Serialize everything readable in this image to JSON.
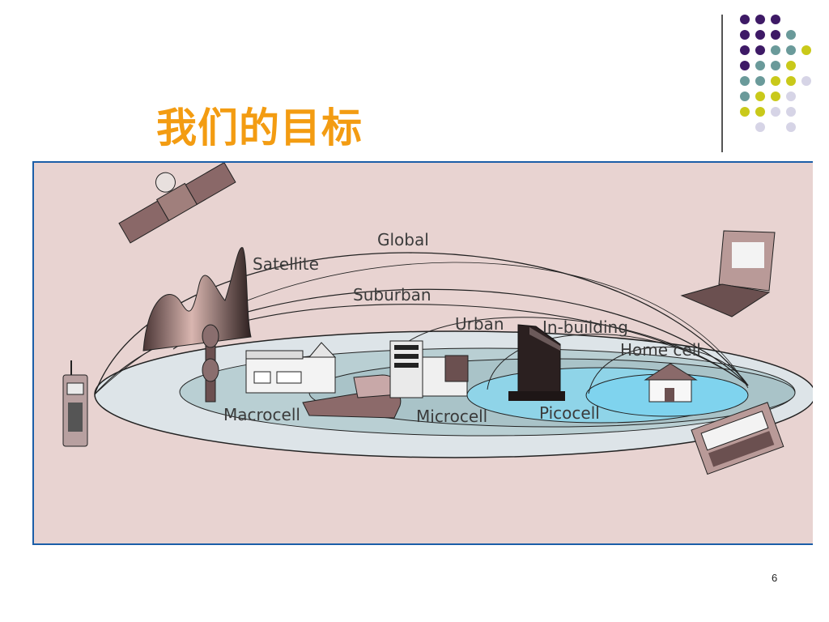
{
  "slide": {
    "title": "我们的目标",
    "page_number": "6"
  },
  "diagram": {
    "labels": {
      "global": "Global",
      "satellite": "Satellite",
      "suburban": "Suburban",
      "urban": "Urban",
      "in_building": "In-building",
      "home_cell": "Home cell",
      "macrocell": "Macrocell",
      "microcell": "Microcell",
      "picocell": "Picocell"
    }
  },
  "colors": {
    "title": "#f39c12",
    "frame_border": "#1b5ea8",
    "figure_bg": "#e8d3d1",
    "dot_purple": "#3e1a66",
    "dot_teal": "#6a9a9a",
    "dot_yellow": "#c9c91a",
    "dot_lavender": "#d6d4e6"
  }
}
